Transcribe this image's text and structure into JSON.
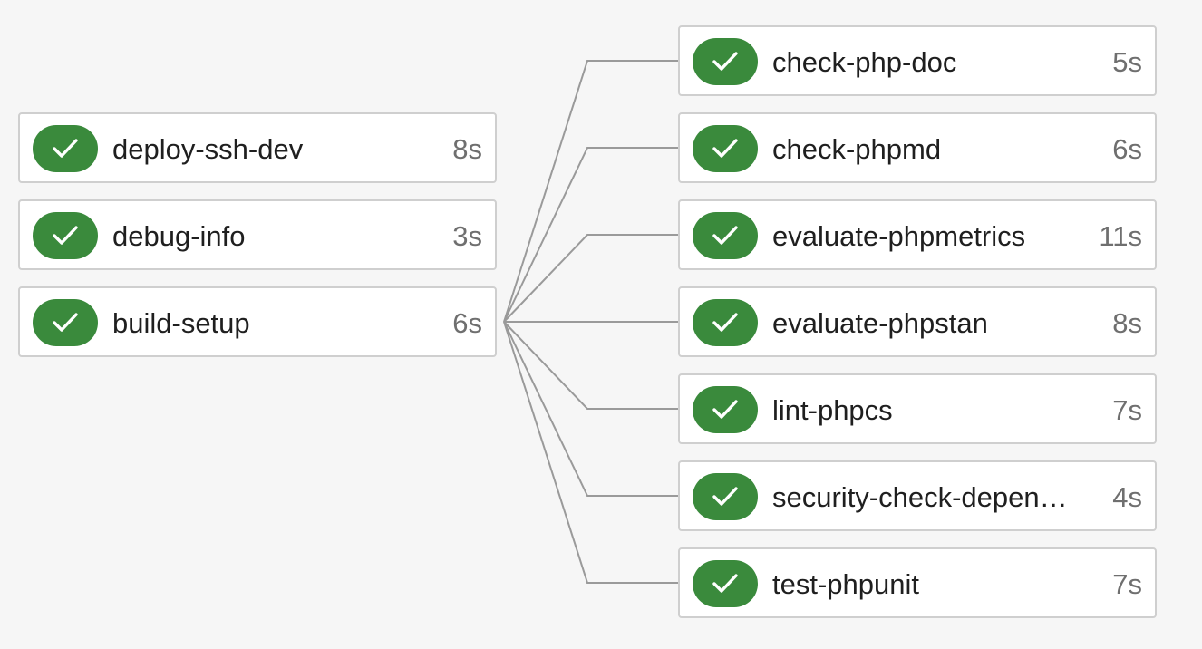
{
  "colors": {
    "success": "#3a8a3c",
    "connector": "#9a9a9a",
    "card_border": "#cfcfcf",
    "background": "#f6f6f6"
  },
  "left_jobs": [
    {
      "name": "deploy-ssh-dev",
      "duration": "8s",
      "status": "success",
      "icon": "check-icon"
    },
    {
      "name": "debug-info",
      "duration": "3s",
      "status": "success",
      "icon": "check-icon"
    },
    {
      "name": "build-setup",
      "duration": "6s",
      "status": "success",
      "icon": "check-icon"
    }
  ],
  "right_jobs": [
    {
      "name": "check-php-doc",
      "duration": "5s",
      "status": "success",
      "icon": "check-icon"
    },
    {
      "name": "check-phpmd",
      "duration": "6s",
      "status": "success",
      "icon": "check-icon"
    },
    {
      "name": "evaluate-phpmetrics",
      "duration": "11s",
      "status": "success",
      "icon": "check-icon"
    },
    {
      "name": "evaluate-phpstan",
      "duration": "8s",
      "status": "success",
      "icon": "check-icon"
    },
    {
      "name": "lint-phpcs",
      "duration": "7s",
      "status": "success",
      "icon": "check-icon"
    },
    {
      "name": "security-check-depende…",
      "duration": "4s",
      "status": "success",
      "icon": "check-icon"
    },
    {
      "name": "test-phpunit",
      "duration": "7s",
      "status": "success",
      "icon": "check-icon"
    }
  ]
}
